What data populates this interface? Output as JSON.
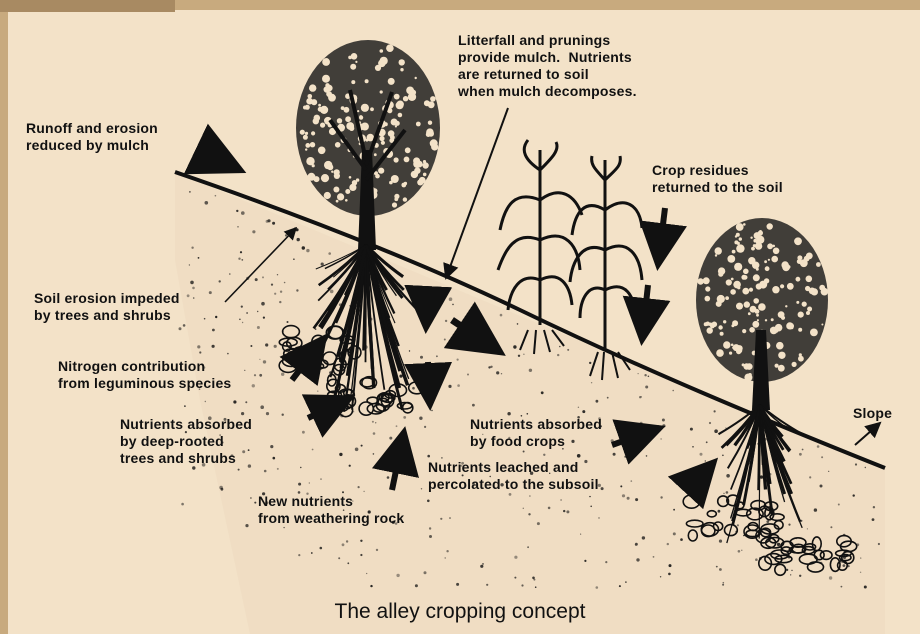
{
  "caption": "The alley cropping concept",
  "labels": {
    "runoff": "Runoff and erosion\nreduced by mulch",
    "litterfall": "Litterfall and prunings\nprovide mulch.  Nutrients\nare returned to soil\nwhen mulch decomposes.",
    "crop_residues": "Crop residues\nreturned to the soil",
    "soil_erosion": "Soil erosion impeded\nby trees and shrubs",
    "nitrogen": "Nitrogen contribution\nfrom leguminous species",
    "deep_rooted": "Nutrients absorbed\nby deep-rooted\ntrees and shrubs",
    "new_nutrients": "New nutrients\nfrom weathering rock",
    "food_crops": "Nutrients absorbed\nby food crops",
    "leached": "Nutrients leached and\npercolated to the subsoil",
    "slope": "Slope"
  },
  "colors": {
    "background": "#f3e2c8",
    "frame": "#c8aa7e",
    "ink": "#111111"
  }
}
